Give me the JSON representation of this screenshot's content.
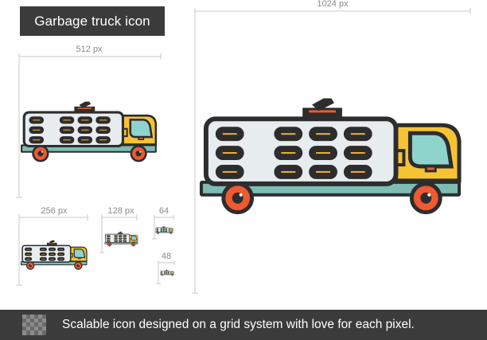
{
  "title": "Garbage truck icon",
  "sizes": {
    "s1024": "1024 px",
    "s512": "512 px",
    "s256": "256 px",
    "s128": "128 px",
    "s64": "64",
    "s48": "48"
  },
  "footer": {
    "text": "Scalable icon designed on a grid system with love for each pixel.",
    "grid_icon": "pixel-grid-icon"
  },
  "colors": {
    "outline": "#2d2d2d",
    "body": "#e7ecef",
    "cab": "#f7c335",
    "window": "#8fd3cd",
    "chassis": "#7dbdb4",
    "accent": "#ef5a32",
    "slot": "#f2b134",
    "guide": "#c8c8c8",
    "dark_bar": "#3b3b3b"
  }
}
